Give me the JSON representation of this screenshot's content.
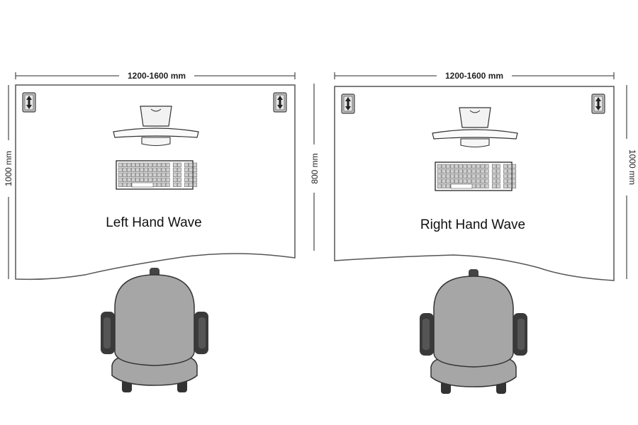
{
  "left_desk": {
    "width_label": "1200-1600 mm",
    "depth_label": "1000 mm",
    "name": "Left Hand Wave"
  },
  "right_desk": {
    "width_label": "1200-1600 mm",
    "depth_label": "1000 mm",
    "name": "Right Hand Wave"
  },
  "shared": {
    "depth_label": "800 mm"
  },
  "colors": {
    "chair_fill": "#a6a6a6",
    "chair_dark": "#3a3a3a",
    "outline": "#555555",
    "keyboard_key": "#cfcfcf"
  },
  "icons": [
    "height-adjust-icon",
    "monitor-icon",
    "keyboard-icon",
    "office-chair-icon"
  ]
}
